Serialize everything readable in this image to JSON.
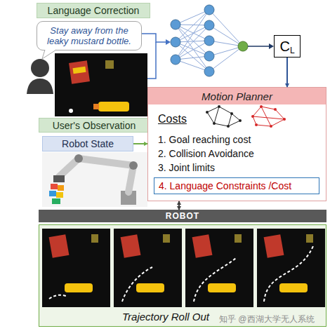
{
  "diagram": {
    "nodes": [
      {
        "text": [
          "Language Correction"
        ]
      },
      {
        "text": [
          "Stay away from the leaky mustard bottle."
        ]
      },
      {
        "text": [
          "User's Observation"
        ]
      },
      {
        "text": [
          "Robot State"
        ]
      },
      {
        "text": [
          "C",
          "L"
        ]
      },
      {
        "text": [
          "Motion Planner",
          "Costs",
          "1. Goal reaching cost",
          "2. Collision Avoidance",
          "3. Joint limits"
        ]
      },
      {
        "text": [
          "4. Language Constraints /Cost"
        ],
        "in": 5
      },
      {
        "text": [
          "ROBOT"
        ]
      },
      {
        "text": [
          "Trajectory Roll Out"
        ]
      }
    ],
    "edges": [
      {
        "from": 3,
        "to": 5,
        "arrow": "to"
      },
      {
        "from": 4,
        "to": 5,
        "arrow": "to"
      },
      {
        "from": 5,
        "to": 7,
        "arrow": "both"
      }
    ],
    "labels": [
      "知乎 @西湖大学无人系统"
    ]
  }
}
